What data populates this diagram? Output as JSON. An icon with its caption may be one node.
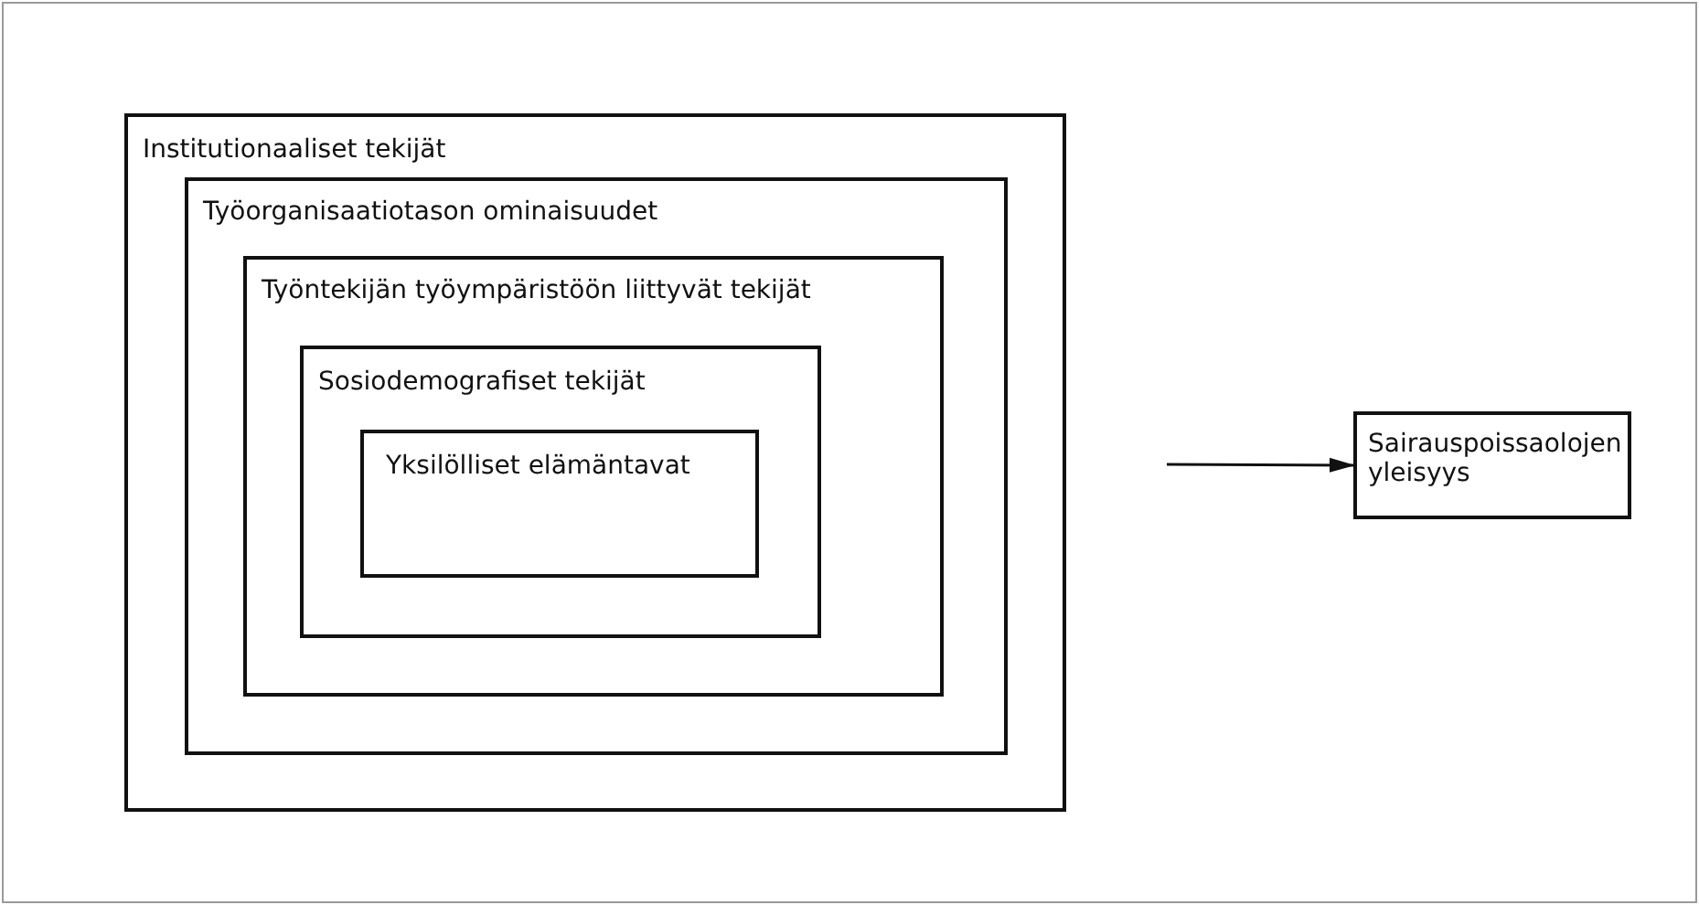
{
  "diagram": {
    "nodes": [
      {
        "text": [
          "Institutionaaliset tekijät"
        ]
      },
      {
        "text": [
          "Työorganisaatiotason ominaisuudet"
        ],
        "in": 0
      },
      {
        "text": [
          "Työntekijän työympäristöön liittyvät tekijät"
        ],
        "in": 1
      },
      {
        "text": [
          "Sosiodemografiset tekijät"
        ],
        "in": 2
      },
      {
        "text": [
          "Yksilölliset elämäntavat"
        ],
        "in": 3
      },
      {
        "text": [
          "Sairauspoissaolojen yleisyys"
        ]
      }
    ],
    "edges": [
      {
        "from": null,
        "to": 5,
        "arrow": "to"
      }
    ]
  }
}
